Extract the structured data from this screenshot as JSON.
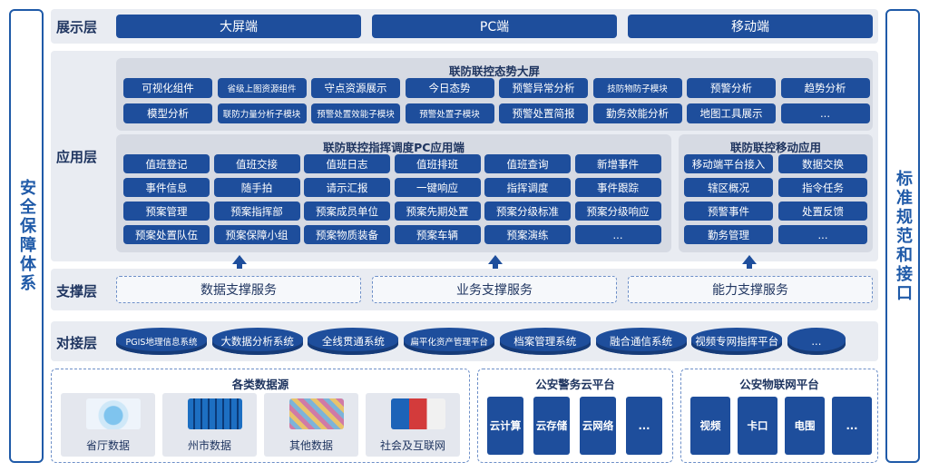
{
  "left_rail": "安全保障体系",
  "right_rail": "标准规范和接口",
  "display": {
    "label": "展示层",
    "items": [
      "大屏端",
      "PC端",
      "移动端"
    ]
  },
  "application": {
    "label": "应用层",
    "screen": {
      "title": "联防联控态势大屏",
      "row1": [
        "可视化组件",
        "省级上图资源组件",
        "守点资源展示",
        "今日态势",
        "预警异常分析",
        "技防物防子模块",
        "预警分析",
        "趋势分析"
      ],
      "row2": [
        "模型分析",
        "联防力量分析子模块",
        "预警处置效能子模块",
        "预警处置子模块",
        "预警处置简报",
        "勤务效能分析",
        "地图工具展示",
        "..."
      ]
    },
    "pc": {
      "title": "联防联控指挥调度PC应用端",
      "rows": [
        [
          "值班登记",
          "值班交接",
          "值班日志",
          "值班排班",
          "值班查询",
          "新增事件"
        ],
        [
          "事件信息",
          "随手拍",
          "请示汇报",
          "一键响应",
          "指挥调度",
          "事件跟踪"
        ],
        [
          "预案管理",
          "预案指挥部",
          "预案成员单位",
          "预案先期处置",
          "预案分级标准",
          "预案分级响应"
        ],
        [
          "预案处置队伍",
          "预案保障小组",
          "预案物质装备",
          "预案车辆",
          "预案演练",
          "..."
        ]
      ]
    },
    "mobile": {
      "title": "联防联控移动应用",
      "rows": [
        [
          "移动端平台接入",
          "数据交换"
        ],
        [
          "辖区概况",
          "指令任务"
        ],
        [
          "预警事件",
          "处置反馈"
        ],
        [
          "勤务管理",
          "..."
        ]
      ]
    }
  },
  "support": {
    "label": "支撑层",
    "items": [
      "数据支撑服务",
      "业务支撑服务",
      "能力支撑服务"
    ]
  },
  "interface": {
    "label": "对接层",
    "items": [
      "PGIS地理信息系统",
      "大数据分析系统",
      "全线贯通系统",
      "扁平化资产管理平台",
      "档案管理系统",
      "融合通信系统",
      "视频专网指挥平台",
      "..."
    ]
  },
  "data_sources": {
    "title": "各类数据源",
    "items": [
      "省厅数据",
      "州市数据",
      "其他数据",
      "社会及互联网"
    ]
  },
  "police_cloud": {
    "title": "公安警务云平台",
    "items": [
      "云计算",
      "云存储",
      "云网络",
      "..."
    ]
  },
  "iot": {
    "title": "公安物联网平台",
    "items": [
      "视频",
      "卡口",
      "电围",
      "..."
    ]
  },
  "colors": {
    "primary": "#1e4e9c",
    "band": "#e9ecf2",
    "panel": "#d6dae3",
    "dash": "#6d8fc8"
  }
}
